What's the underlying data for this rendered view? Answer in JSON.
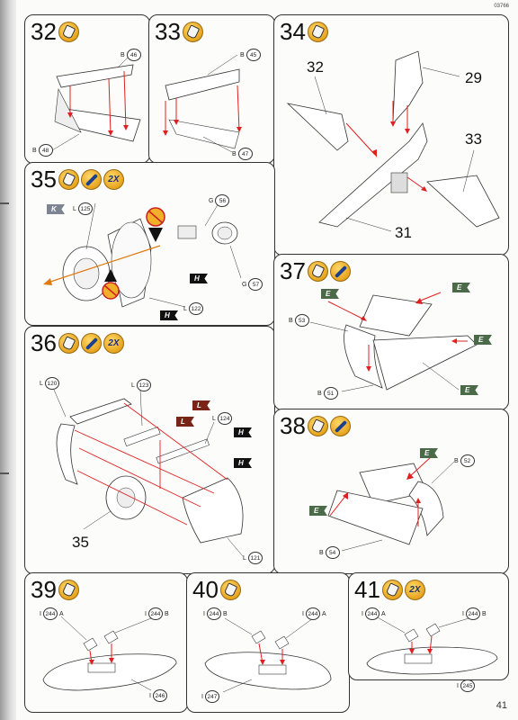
{
  "page": {
    "code": "03766",
    "number": "41"
  },
  "steps": {
    "s32": {
      "num": "32",
      "refs": [
        "B",
        "46",
        "B",
        "48"
      ]
    },
    "s33": {
      "num": "33",
      "refs": [
        "B",
        "45",
        "B",
        "47"
      ]
    },
    "s34": {
      "num": "34",
      "labels": [
        "32",
        "29",
        "33",
        "31"
      ]
    },
    "s35": {
      "num": "35",
      "multiplier": "2X",
      "refs": [
        "G",
        "56",
        "L",
        "125",
        "G",
        "57",
        "L",
        "122"
      ],
      "flags": [
        "K",
        "H",
        "H"
      ]
    },
    "s36": {
      "num": "36",
      "multiplier": "2X",
      "refs": [
        "L",
        "120",
        "L",
        "123",
        "L",
        "124",
        "L",
        "121"
      ],
      "flags": [
        "L",
        "L",
        "H",
        "H"
      ],
      "callout": "35"
    },
    "s37": {
      "num": "37",
      "refs": [
        "B",
        "53",
        "B",
        "51"
      ],
      "flags": [
        "E",
        "E",
        "E",
        "E"
      ]
    },
    "s38": {
      "num": "38",
      "refs": [
        "B",
        "52",
        "B",
        "54"
      ],
      "flags": [
        "E",
        "E"
      ]
    },
    "s39": {
      "num": "39",
      "refs": [
        "I",
        "244",
        "A",
        "I",
        "244",
        "B",
        "I",
        "246"
      ]
    },
    "s40": {
      "num": "40",
      "refs": [
        "I",
        "244",
        "B",
        "I",
        "244",
        "A",
        "I",
        "247"
      ]
    },
    "s41": {
      "num": "41",
      "multiplier": "2X",
      "refs": [
        "I",
        "244",
        "A",
        "I",
        "244",
        "B",
        "I",
        "245"
      ]
    }
  },
  "icons": {
    "glue": "glue-tube-icon",
    "paint": "paint-brush-icon",
    "multiplier": "repeat-2x-icon"
  },
  "colors": {
    "accent": "#e7a51e",
    "flag_H": "#111111",
    "flag_E": "#4b6a48",
    "flag_L": "#7a2418",
    "flag_K": "#7d8592",
    "arrow": "#e02020"
  }
}
